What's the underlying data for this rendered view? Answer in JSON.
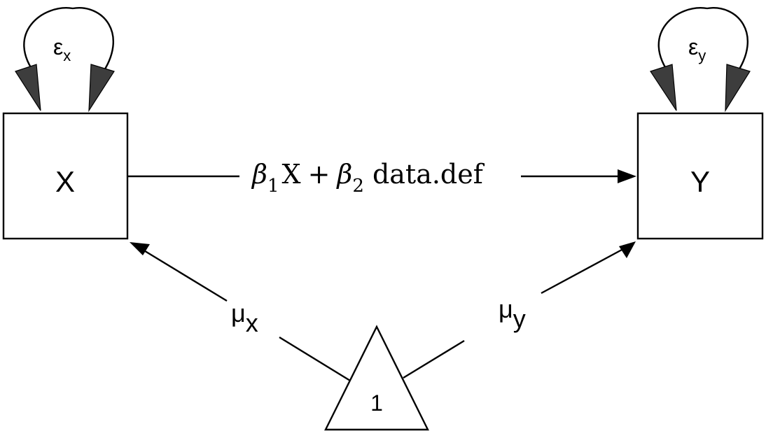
{
  "nodes": {
    "x": {
      "label": "X"
    },
    "y": {
      "label": "Y"
    },
    "constant": {
      "label": "1"
    }
  },
  "variances": {
    "x": {
      "symbol": "ε",
      "subscript": "x"
    },
    "y": {
      "symbol": "ε",
      "subscript": "y"
    }
  },
  "means": {
    "x": {
      "symbol": "μ",
      "subscript": "x"
    },
    "y": {
      "symbol": "μ",
      "subscript": "y"
    }
  },
  "regression_path": {
    "beta1_symbol": "β",
    "beta1_subscript": "1",
    "term1": "X",
    "plus": "+",
    "beta2_symbol": "β",
    "beta2_subscript": "2",
    "term2": "data.def"
  }
}
